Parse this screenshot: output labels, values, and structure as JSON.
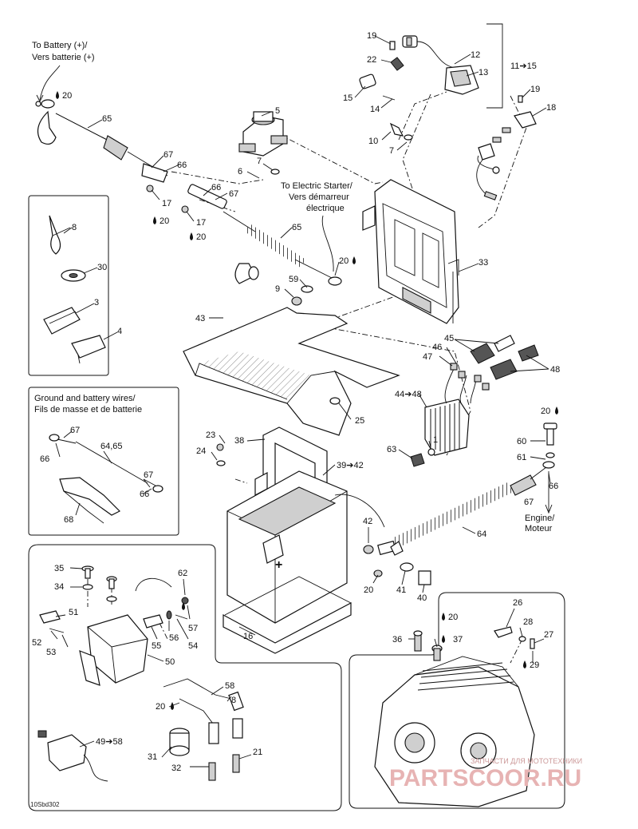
{
  "diagram": {
    "captions": {
      "to_battery": [
        "To Battery (+)/",
        "Vers batterie (+)"
      ],
      "to_starter": [
        "To Electric Starter/",
        "Vers démarreur",
        "électrique"
      ],
      "engine": [
        "Engine/",
        "Moteur"
      ],
      "ground_wires": [
        "Ground and battery wires/",
        "Fils de masse et de batterie"
      ]
    },
    "ref_code": "10Sbd302",
    "watermark": "PARTSCOOR.RU",
    "watermark_sub": "ЗАПЧАСТИ ДЛЯ МОТОТЕХНИКИ",
    "labels": [
      {
        "id": "l19a",
        "text": "19"
      },
      {
        "id": "l12",
        "text": "12"
      },
      {
        "id": "l22",
        "text": "22"
      },
      {
        "id": "l13",
        "text": "13"
      },
      {
        "id": "l11",
        "text": "11➔15"
      },
      {
        "id": "l15",
        "text": "15"
      },
      {
        "id": "l14",
        "text": "14"
      },
      {
        "id": "l19b",
        "text": "19"
      },
      {
        "id": "l18",
        "text": "18"
      },
      {
        "id": "l10",
        "text": "10"
      },
      {
        "id": "l7a",
        "text": "7"
      },
      {
        "id": "l20a",
        "text": "20"
      },
      {
        "id": "l65a",
        "text": "65"
      },
      {
        "id": "l5",
        "text": "5"
      },
      {
        "id": "l67a",
        "text": "67"
      },
      {
        "id": "l66a",
        "text": "66"
      },
      {
        "id": "l7b",
        "text": "7"
      },
      {
        "id": "l6",
        "text": "6"
      },
      {
        "id": "l66b",
        "text": "66"
      },
      {
        "id": "l67b",
        "text": "67"
      },
      {
        "id": "l17a",
        "text": "17"
      },
      {
        "id": "l20b",
        "text": "20"
      },
      {
        "id": "l17b",
        "text": "17"
      },
      {
        "id": "l20c",
        "text": "20"
      },
      {
        "id": "l8a",
        "text": "8"
      },
      {
        "id": "l65b",
        "text": "65"
      },
      {
        "id": "l30",
        "text": "30"
      },
      {
        "id": "l20d",
        "text": "20"
      },
      {
        "id": "l59",
        "text": "59"
      },
      {
        "id": "l9",
        "text": "9"
      },
      {
        "id": "l33",
        "text": "33"
      },
      {
        "id": "l3",
        "text": "3"
      },
      {
        "id": "l4",
        "text": "4"
      },
      {
        "id": "l43",
        "text": "43"
      },
      {
        "id": "l45",
        "text": "45"
      },
      {
        "id": "l46",
        "text": "46"
      },
      {
        "id": "l47",
        "text": "47"
      },
      {
        "id": "l48a",
        "text": "48"
      },
      {
        "id": "l44",
        "text": "44➔48"
      },
      {
        "id": "l25",
        "text": "25"
      },
      {
        "id": "l20e",
        "text": "20"
      },
      {
        "id": "l67c",
        "text": "67"
      },
      {
        "id": "l64a",
        "text": "64,65"
      },
      {
        "id": "l66c",
        "text": "66"
      },
      {
        "id": "l67d",
        "text": "67"
      },
      {
        "id": "l68",
        "text": "68"
      },
      {
        "id": "l66d",
        "text": "66"
      },
      {
        "id": "l23",
        "text": "23"
      },
      {
        "id": "l38",
        "text": "38"
      },
      {
        "id": "l24",
        "text": "24"
      },
      {
        "id": "l39",
        "text": "39➔42"
      },
      {
        "id": "l1",
        "text": "1"
      },
      {
        "id": "l63",
        "text": "63"
      },
      {
        "id": "l60",
        "text": "60"
      },
      {
        "id": "l61",
        "text": "61"
      },
      {
        "id": "l66e",
        "text": "66"
      },
      {
        "id": "l67e",
        "text": "67"
      },
      {
        "id": "l42",
        "text": "42"
      },
      {
        "id": "l64b",
        "text": "64"
      },
      {
        "id": "l35",
        "text": "35"
      },
      {
        "id": "l62",
        "text": "62"
      },
      {
        "id": "l34",
        "text": "34"
      },
      {
        "id": "l20f",
        "text": "20"
      },
      {
        "id": "l41",
        "text": "41"
      },
      {
        "id": "l40",
        "text": "40"
      },
      {
        "id": "l51",
        "text": "51"
      },
      {
        "id": "l57",
        "text": "57"
      },
      {
        "id": "l26",
        "text": "26"
      },
      {
        "id": "l52",
        "text": "52"
      },
      {
        "id": "l55",
        "text": "55"
      },
      {
        "id": "l56",
        "text": "56"
      },
      {
        "id": "l54",
        "text": "54"
      },
      {
        "id": "l53",
        "text": "53"
      },
      {
        "id": "l16",
        "text": "16"
      },
      {
        "id": "l20g",
        "text": "20"
      },
      {
        "id": "l28",
        "text": "28"
      },
      {
        "id": "l36",
        "text": "36"
      },
      {
        "id": "l37",
        "text": "37"
      },
      {
        "id": "l27",
        "text": "27"
      },
      {
        "id": "l50",
        "text": "50"
      },
      {
        "id": "l29",
        "text": "29"
      },
      {
        "id": "l58",
        "text": "58"
      },
      {
        "id": "l20h",
        "text": "20"
      },
      {
        "id": "l8b",
        "text": "8"
      },
      {
        "id": "l49",
        "text": "49➔58"
      },
      {
        "id": "l31",
        "text": "31"
      },
      {
        "id": "l21",
        "text": "21"
      },
      {
        "id": "l32",
        "text": "32"
      }
    ]
  }
}
